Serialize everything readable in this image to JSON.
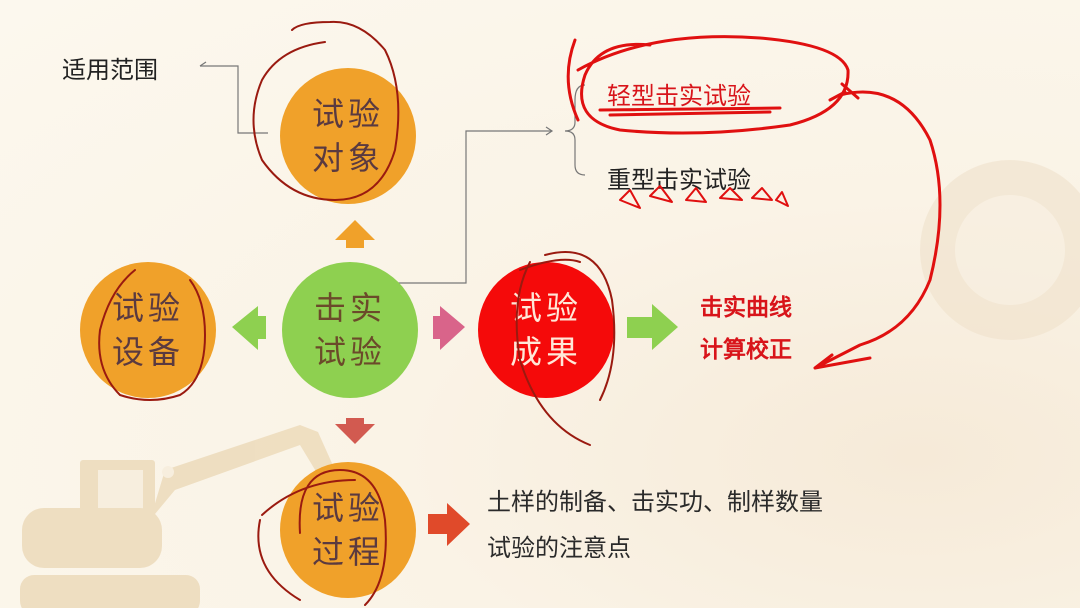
{
  "center": {
    "line1": "击实",
    "line2": "试验"
  },
  "nodes": {
    "object": {
      "line1": "试验",
      "line2": "对象",
      "color": "#f0a12a"
    },
    "equipment": {
      "line1": "试验",
      "line2": "设备",
      "color": "#f0a12a"
    },
    "result": {
      "line1": "试验",
      "line2": "成果",
      "color": "#f50a0a"
    },
    "process": {
      "line1": "试验",
      "line2": "过程",
      "color": "#f0a12a"
    }
  },
  "labels": {
    "scope": "适用范围",
    "light_compaction": "轻型击实试验",
    "heavy_compaction": "重型击实试验",
    "result_items": [
      "击实曲线",
      "计算校正"
    ],
    "process_items": [
      "土样的制备、击实功、制样数量",
      "试验的注意点"
    ]
  },
  "colors": {
    "center": "#8ed050",
    "arrow_up": "#f0a12a",
    "arrow_left": "#8ed050",
    "arrow_right": "#d9648a",
    "arrow_down": "#d25a50",
    "arrow_result": "#8ed050",
    "arrow_process": "#e04a2a",
    "annotation": "#e01010",
    "result_text": "#d8141a"
  }
}
